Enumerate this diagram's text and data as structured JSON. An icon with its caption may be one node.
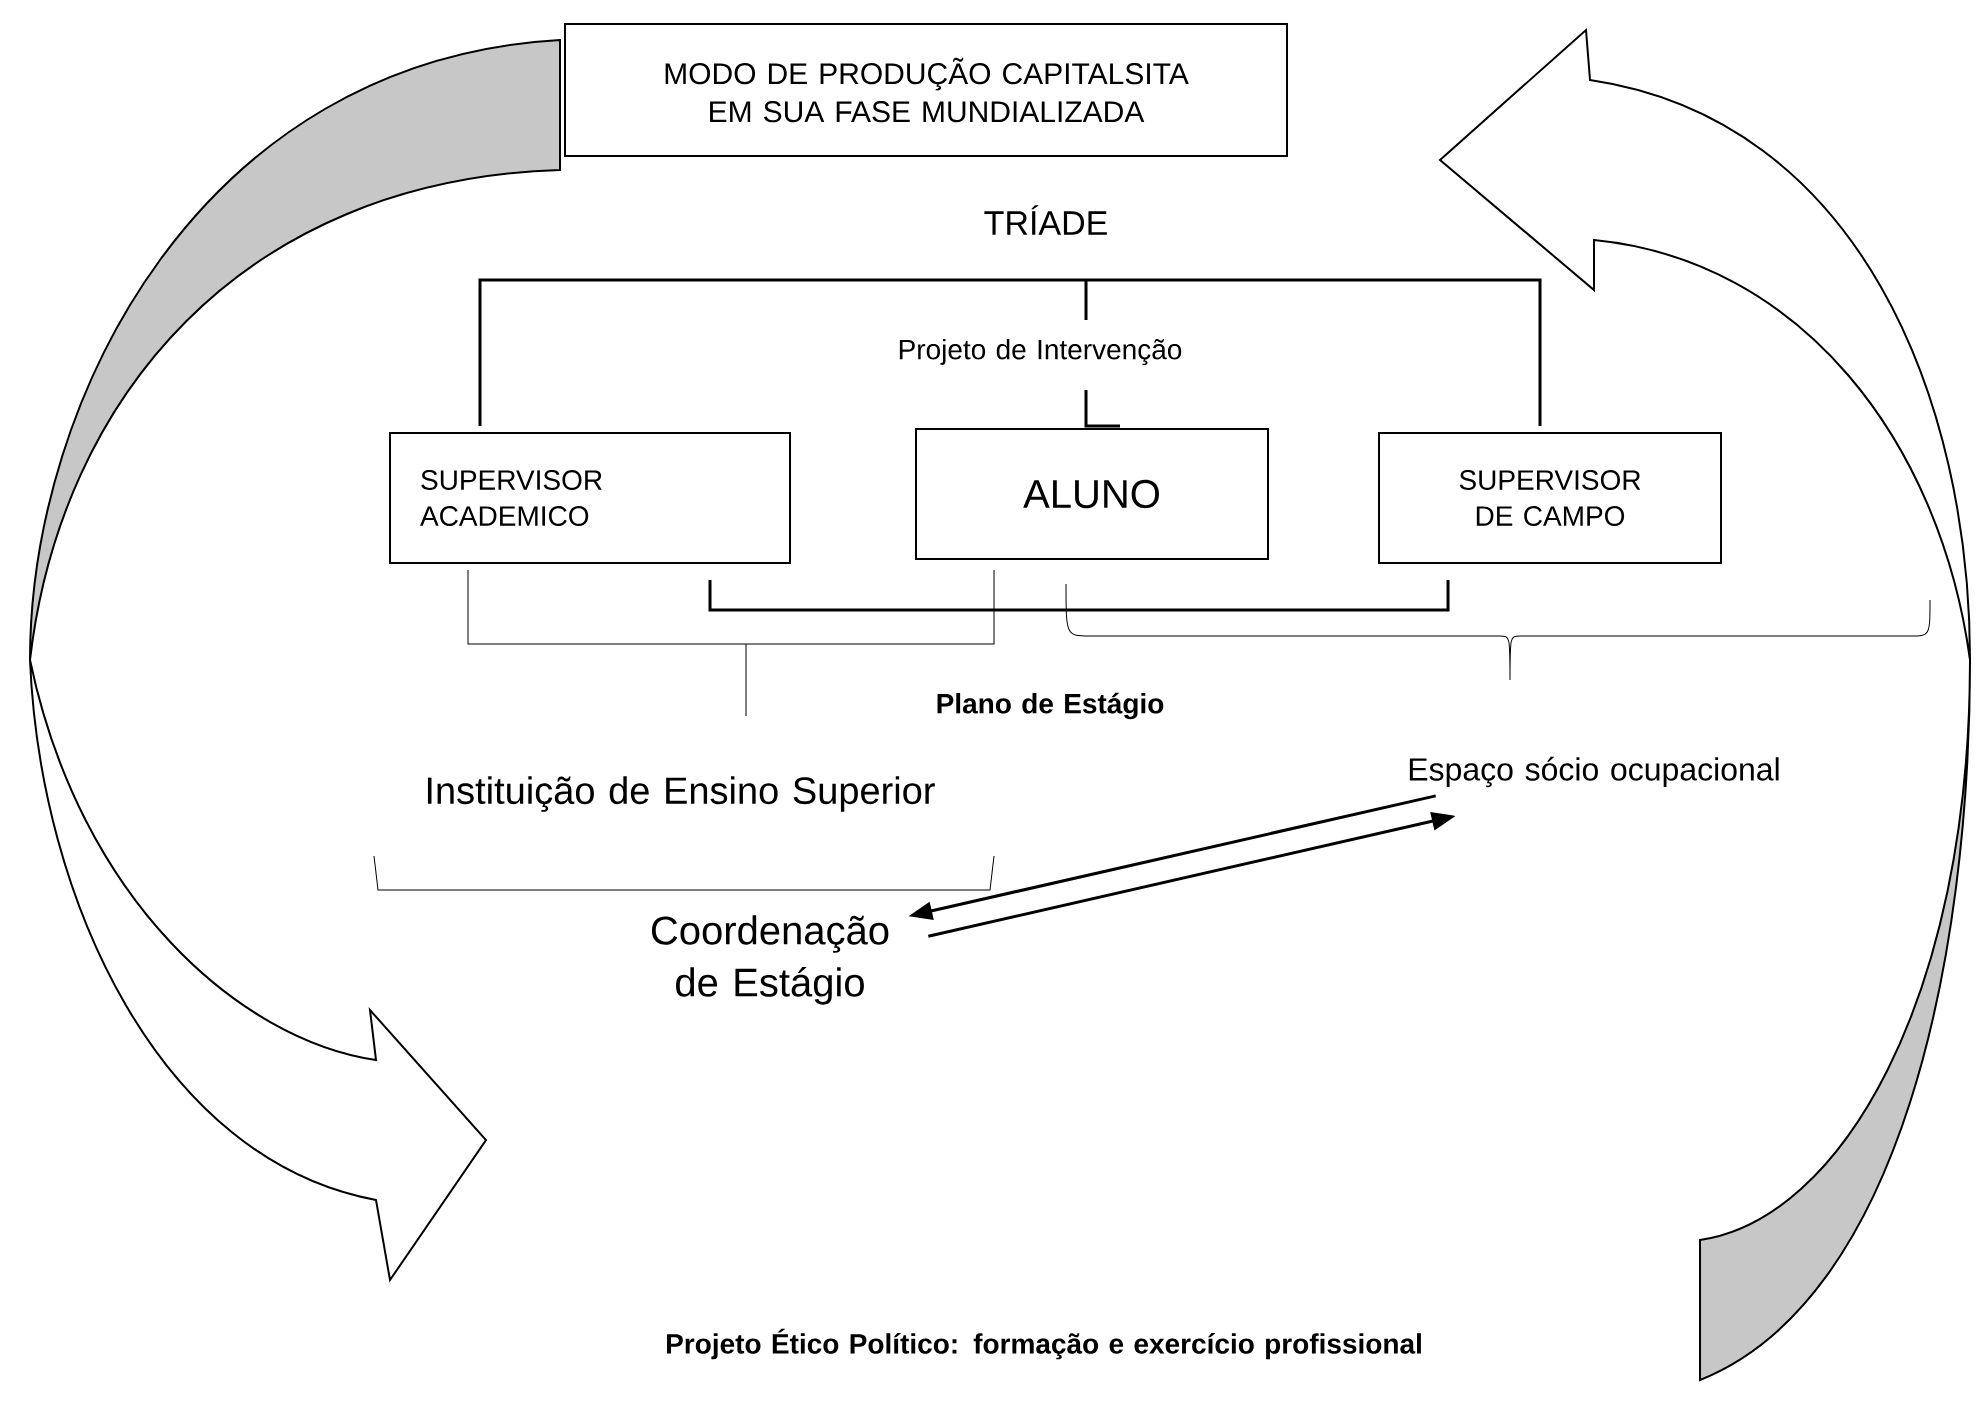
{
  "diagram": {
    "nodes": [
      {
        "text": [
          "MODO DE PRODUÇÃO CAPITALSITA EM SUA FASE MUNDIALIZADA"
        ]
      },
      {
        "text": [
          "SUPERVISOR ACADEMICO"
        ]
      },
      {
        "text": [
          "ALUNO"
        ]
      },
      {
        "text": [
          "SUPERVISOR DE CAMPO"
        ]
      },
      {
        "text": [
          "Instituição de Ensino Superior"
        ]
      },
      {
        "text": [
          "Espaço sócio ocupacional"
        ]
      },
      {
        "text": [
          "Coordenação de Estágio"
        ]
      }
    ],
    "edges": [
      {
        "from": 6,
        "to": 5,
        "arrow": "to"
      },
      {
        "from": 5,
        "to": 6,
        "arrow": "to"
      }
    ],
    "labels": [
      "TRÍADE",
      "Projeto de Intervenção",
      "Plano de Estágio",
      "Projeto Ético Político: formação e exercício profissional"
    ]
  }
}
